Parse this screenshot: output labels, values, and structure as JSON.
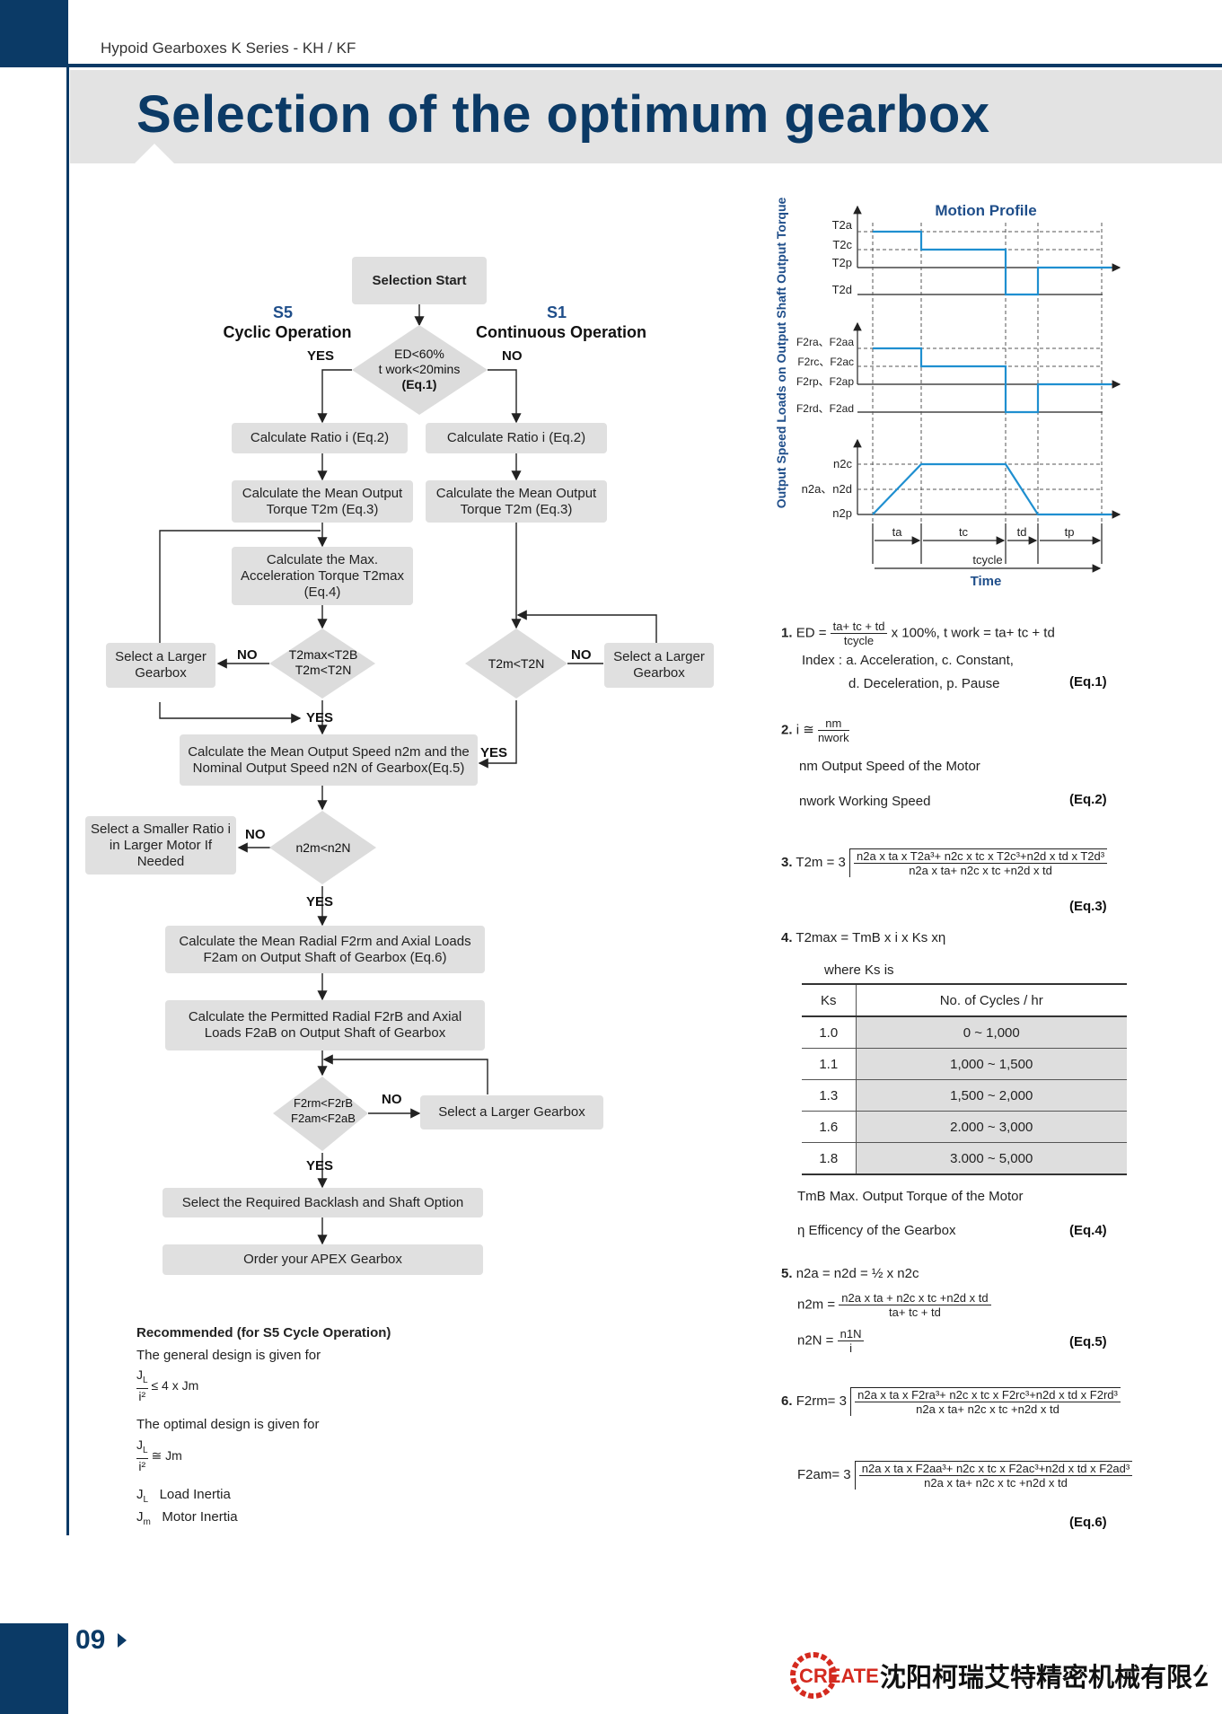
{
  "header": {
    "series": "Hypoid Gearboxes K Series - KH / KF",
    "title": "Selection of the optimum gearbox"
  },
  "footer": {
    "page_number": "09",
    "brand": "CREATE",
    "company": "沈阳柯瑞艾特精密机械有限公司"
  },
  "flow": {
    "start": "Selection Start",
    "s5_code": "S5",
    "s5_label": "Cyclic Operation",
    "s1_code": "S1",
    "s1_label": "Continuous Operation",
    "decision1": {
      "line1": "ED<60%",
      "line2": "t work<20mins",
      "eq": "(Eq.1)"
    },
    "yes": "YES",
    "no": "NO",
    "ratio_left": "Calculate Ratio i (Eq.2)",
    "ratio_right": "Calculate Ratio i (Eq.2)",
    "mean_torque_left": "Calculate the Mean Output Torque T2m (Eq.3)",
    "mean_torque_right": "Calculate the Mean Output Torque T2m (Eq.3)",
    "max_torque": "Calculate the Max. Acceleration Torque T2max (Eq.4)",
    "decision2": {
      "line1": "T2max<T2B",
      "line2": "T2m<T2N"
    },
    "decision3": "T2m<T2N",
    "larger_left": "Select a Larger Gearbox",
    "larger_right": "Select a Larger Gearbox",
    "mean_speed": "Calculate the Mean Output Speed n2m and the Nominal Output Speed n2N of Gearbox(Eq.5)",
    "decision4": "n2m<n2N",
    "smaller_ratio": "Select a Smaller Ratio i in Larger Motor If Needed",
    "radial_mean": "Calculate the Mean Radial F2rm and Axial Loads F2am on Output Shaft of Gearbox (Eq.6)",
    "radial_permitted": "Calculate the Permitted Radial F2rB and Axial Loads F2aB on Output Shaft of Gearbox",
    "decision5": {
      "line1": "F2rm<F2rB",
      "line2": "F2am<F2aB"
    },
    "larger_bottom": "Select a Larger Gearbox",
    "backlash": "Select the Required Backlash and Shaft Option",
    "order": "Order your APEX Gearbox"
  },
  "recommend": {
    "title": "Recommended (for S5 Cycle Operation)",
    "general": "The general design is given for",
    "general_eq": "≤ 4 x Jm",
    "optimal": "The optimal design is given for",
    "optimal_eq": "≅ Jm",
    "jl": "Load Inertia",
    "jm": "Motor Inertia"
  },
  "motion_profile": {
    "title": "Motion Profile",
    "ylabel": "Output Speed Loads on Output Shaft Output Torque",
    "xlabel": "Time",
    "torque_labels": [
      "T2a",
      "T2c",
      "T2p",
      "T2d"
    ],
    "load_labels": [
      "F2ra、F2aa",
      "F2rc、F2ac",
      "F2rp、F2ap",
      "F2rd、F2ad"
    ],
    "speed_labels": [
      "n2c",
      "n2a、n2d",
      "n2p"
    ],
    "time_labels": [
      "ta",
      "tc",
      "td",
      "tp"
    ],
    "cycle_label": "tcycle"
  },
  "equations": {
    "eq1": {
      "num": "1.",
      "lhs": "ED =",
      "frac_top": "ta+ tc + td",
      "frac_bot": "tcycle",
      "rest": "x 100%, t work = ta+ tc + td",
      "index1": "Index : a. Acceleration, c. Constant,",
      "index2": "d. Deceleration, p. Pause",
      "tag": "(Eq.1)"
    },
    "eq2": {
      "num": "2.",
      "lhs": "i ≅",
      "frac_top": "nm",
      "frac_bot": "nwork",
      "def1": "nm Output Speed of the Motor",
      "def2": "nwork Working Speed",
      "tag": "(Eq.2)"
    },
    "eq3": {
      "num": "3.",
      "lhs": "T2m = 3",
      "frac_top": "n2a x ta x T2a³+ n2c x tc x T2c³+n2d x td x T2d³",
      "frac_bot": "n2a x ta+ n2c x tc +n2d x td",
      "tag": "(Eq.3)"
    },
    "eq4": {
      "num": "4.",
      "lhs": "T2max = TmB x i x Ks xη",
      "where": "where Ks is",
      "def1": "TmB Max. Output Torque of the Motor",
      "def2": "η Efficency of the Gearbox",
      "tag": "(Eq.4)"
    },
    "eq5": {
      "num": "5.",
      "line1": "n2a = n2d = ½ x n2c",
      "n2m_lhs": "n2m =",
      "n2m_top": "n2a x ta + n2c x tc +n2d x td",
      "n2m_bot": "ta+ tc + td",
      "n2n_lhs": "n2N =",
      "n2n_top": "n1N",
      "n2n_bot": "i",
      "tag": "(Eq.5)"
    },
    "eq6": {
      "num": "6.",
      "f2rm_lhs": "F2rm= 3",
      "f2rm_top": "n2a x ta x F2ra³+ n2c x tc x F2rc³+n2d x td x F2rd³",
      "f2rm_bot": "n2a x ta+ n2c x tc +n2d x td",
      "f2am_lhs": "F2am= 3",
      "f2am_top": "n2a x ta x F2aa³+ n2c x tc x F2ac³+n2d x td x F2ad³",
      "f2am_bot": "n2a x ta+ n2c x tc +n2d x td",
      "tag": "(Eq.6)"
    }
  },
  "ks_table": {
    "headers": [
      "Ks",
      "No. of Cycles / hr"
    ],
    "rows": [
      [
        "1.0",
        "0 ~ 1,000"
      ],
      [
        "1.1",
        "1,000 ~ 1,500"
      ],
      [
        "1.3",
        "1,500 ~ 2,000"
      ],
      [
        "1.6",
        "2.000 ~ 3,000"
      ],
      [
        "1.8",
        "3.000 ~ 5,000"
      ]
    ]
  },
  "colors": {
    "brand_blue": "#0b3a66",
    "profile_line": "#1f8fd0",
    "box_gray": "#e0e0e0",
    "logo_red": "#d42a1f"
  }
}
